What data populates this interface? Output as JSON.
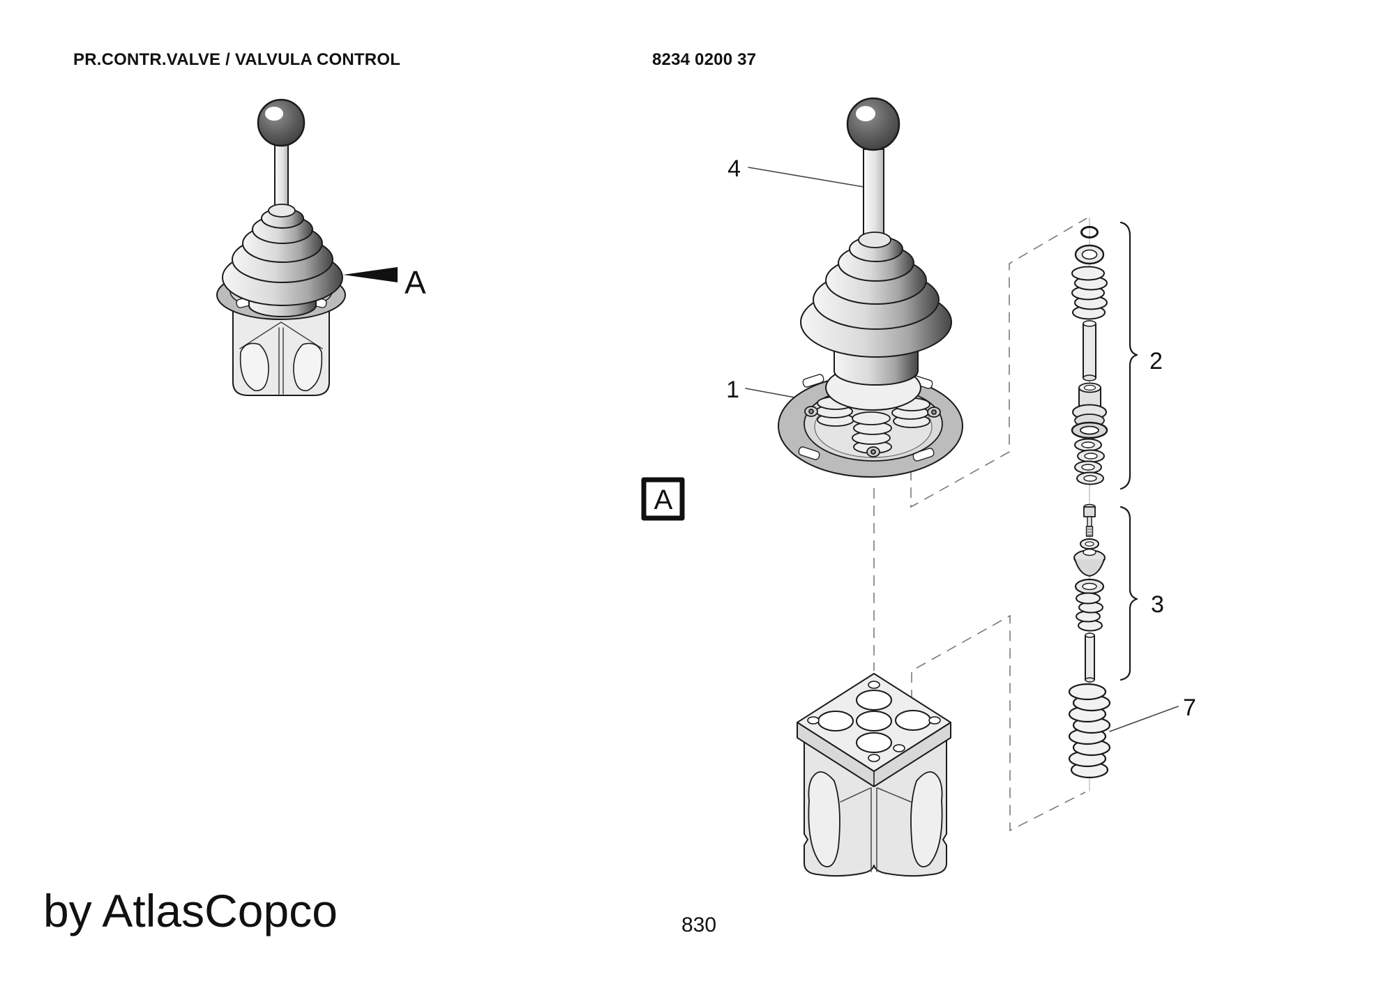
{
  "header": {
    "title": "PR.CONTR.VALVE / VALVULA CONTROL",
    "part_number": "8234 0200 37"
  },
  "figure": {
    "assembled_view_label": "A",
    "detail_view_label": "A",
    "callouts": {
      "flange_assembly": "1",
      "upper_cartridge_group": "2",
      "lower_cartridge_group": "3",
      "lever": "4",
      "main_spring": "7"
    }
  },
  "footer": {
    "brand": "by AtlasCopco",
    "page": "830"
  },
  "colors": {
    "line": "#1a1a1a",
    "knob": "#4d4d4d",
    "plate_gray": "#bcbcbc",
    "light_gray": "#ececec",
    "dashed": "#7a7a7a",
    "background": "#ffffff"
  }
}
